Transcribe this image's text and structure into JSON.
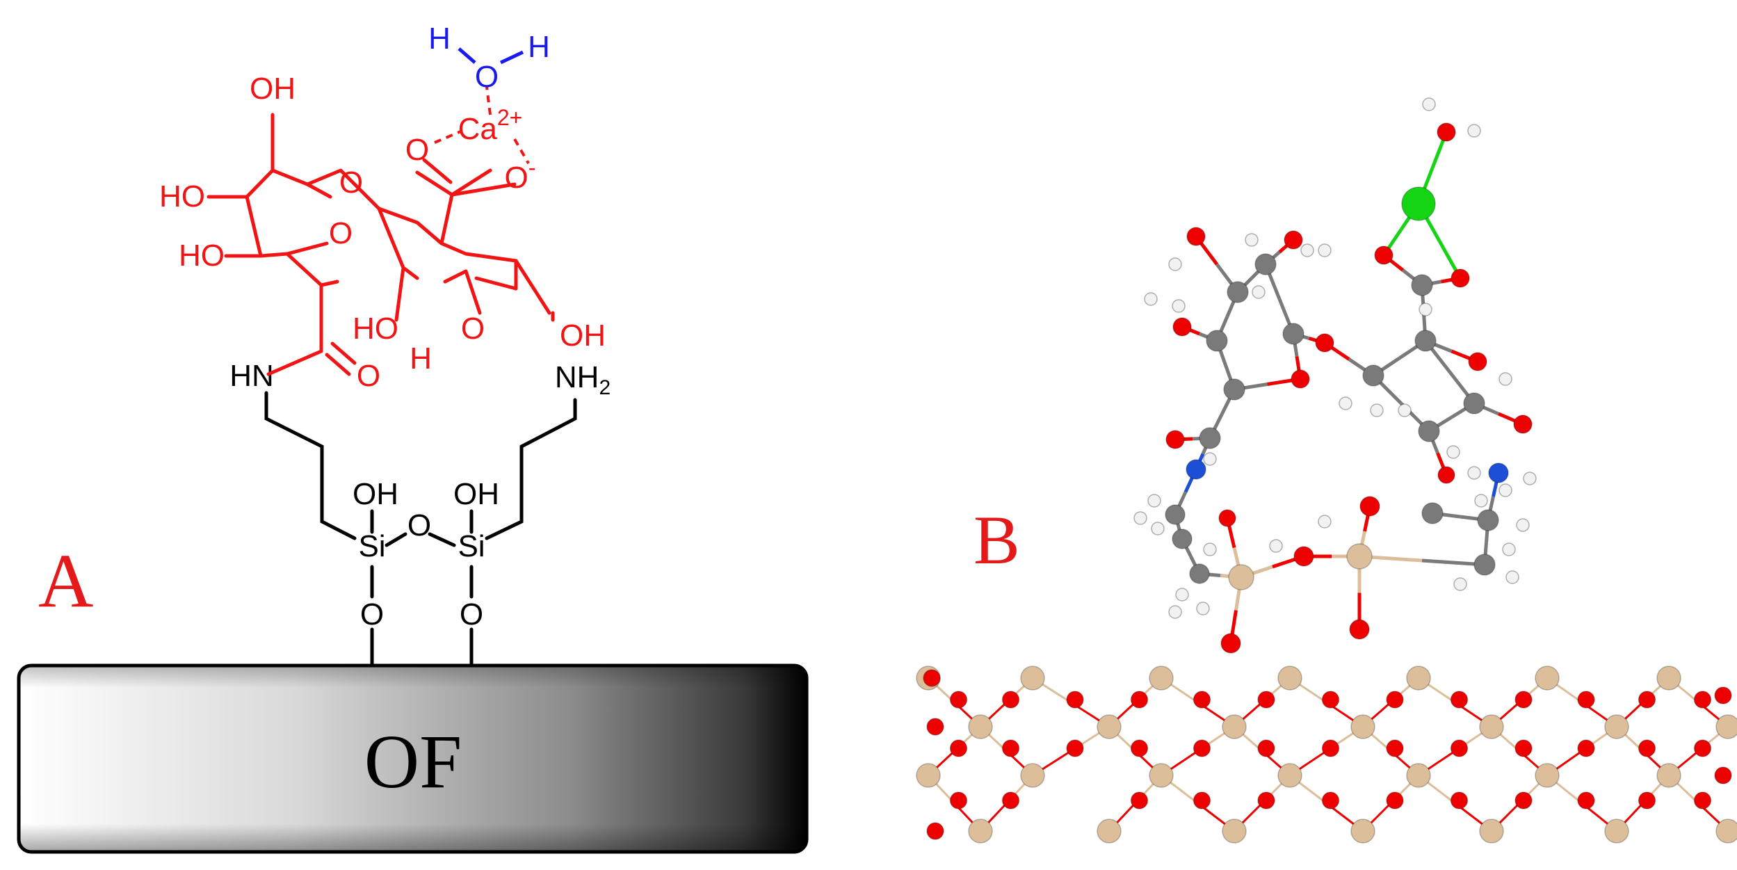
{
  "colors": {
    "sugar": "#f21414",
    "water": "#1a1aee",
    "linker": "#000000",
    "label": "#e41a1a",
    "si_atom": "#dcbe9a",
    "o_atom": "#ee0000",
    "c_atom": "#7a7a7a",
    "h_atom": "#f2f2f2",
    "n_atom": "#1c4fd6",
    "ca_atom": "#14d414"
  },
  "panel_a": {
    "label": "A",
    "surface_label": "OF",
    "atoms": {
      "h": "H",
      "o": "O",
      "oh": "OH",
      "ho": "HO",
      "ca": "Ca",
      "ca_charge": "2+",
      "minus": "-",
      "hn": "HN",
      "nh": "NH",
      "sub2": "2",
      "si": "Si"
    }
  },
  "panel_b": {
    "label": "B"
  }
}
